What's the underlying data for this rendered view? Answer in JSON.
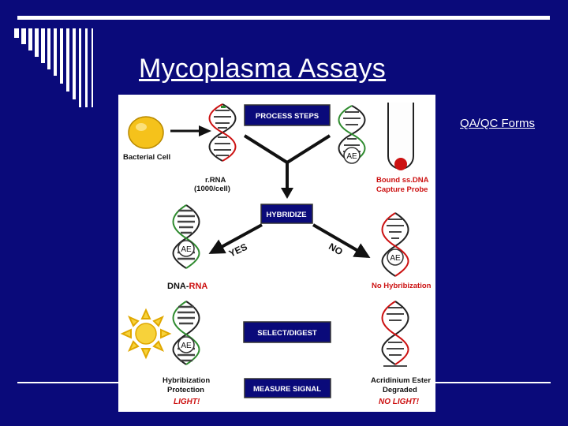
{
  "slide": {
    "title": "Mycoplasma Assays",
    "link": "QA/QC Forms"
  },
  "diagram": {
    "bacterial_cell": "Bacterial Cell",
    "rrna": "r.RNA",
    "rrna_count": "(1000/cell)",
    "process_steps": "PROCESS STEPS",
    "hybridize": "HYBRIDIZE",
    "select_digest": "SELECT/DIGEST",
    "measure_signal": "MEASURE SIGNAL",
    "bound_line1": "Bound ss.DNA",
    "bound_line2": "Capture Probe",
    "yes": "YES",
    "no": "NO",
    "dna_part": "DNA-",
    "rna_part": "RNA",
    "no_hybridization": "No Hybribization",
    "protection_line1": "Hybribization",
    "protection_line2": "Protection",
    "light": "LIGHT!",
    "ester_line1": "Acridinium Ester",
    "ester_line2": "Degraded",
    "no_light": "NO LIGHT!",
    "ae_label": "AE"
  },
  "colors": {
    "background": "#0a0a7a",
    "box": "#0a0a7a",
    "cell": "#f5c21b",
    "probe_dot": "#cc1111",
    "rna_red": "#cc1111"
  }
}
